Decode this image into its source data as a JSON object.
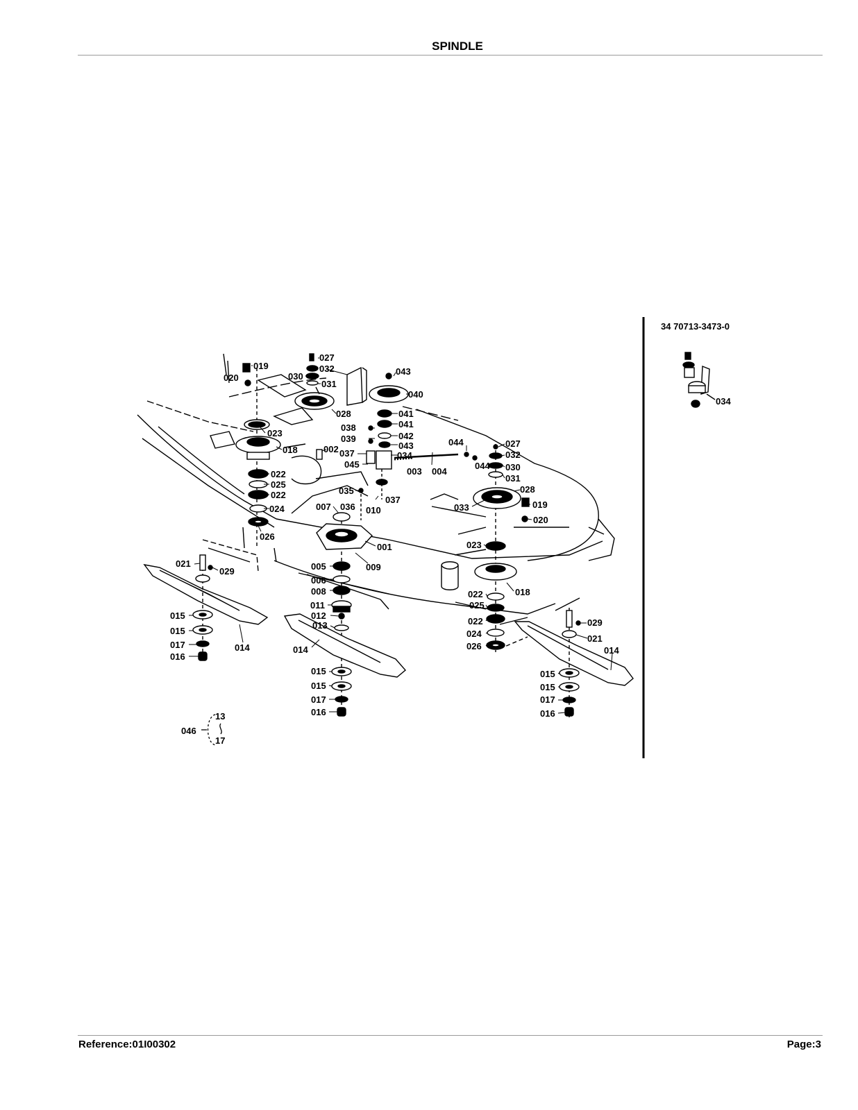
{
  "header": {
    "title": "SPINDLE"
  },
  "footer": {
    "reference": "Reference:01I00302",
    "page": "Page:3"
  },
  "inset": {
    "serial": "34 70713-3473-0",
    "labels": [
      "034"
    ]
  },
  "callouts": {
    "c001": "001",
    "c002": "002",
    "c003": "003",
    "c004": "004",
    "c005": "005",
    "c006": "006",
    "c007": "007",
    "c008": "008",
    "c009": "009",
    "c010": "010",
    "c011": "011",
    "c012": "012",
    "c013": "013",
    "c014a": "014",
    "c014b": "014",
    "c014c": "014",
    "c015a": "015",
    "c015b": "015",
    "c015c": "015",
    "c015d": "015",
    "c015e": "015",
    "c015f": "015",
    "c016a": "016",
    "c016b": "016",
    "c016c": "016",
    "c017a": "017",
    "c017b": "017",
    "c017c": "017",
    "c018a": "018",
    "c018b": "018",
    "c019a": "019",
    "c019b": "019",
    "c020a": "020",
    "c020b": "020",
    "c021a": "021",
    "c021b": "021",
    "c022a": "022",
    "c022b": "022",
    "c022c": "022",
    "c022d": "022",
    "c023a": "023",
    "c023b": "023",
    "c024a": "024",
    "c024b": "024",
    "c025a": "025",
    "c025b": "025",
    "c026a": "026",
    "c026b": "026",
    "c027a": "027",
    "c027b": "027",
    "c028a": "028",
    "c028b": "028",
    "c029a": "029",
    "c029b": "029",
    "c030a": "030",
    "c030b": "030",
    "c031a": "031",
    "c031b": "031",
    "c032a": "032",
    "c032b": "032",
    "c033": "033",
    "c034": "034",
    "c035": "035",
    "c036": "036",
    "c037a": "037",
    "c037b": "037",
    "c038": "038",
    "c039": "039",
    "c040": "040",
    "c041a": "041",
    "c041b": "041",
    "c042": "042",
    "c043a": "043",
    "c043b": "043",
    "c044a": "044",
    "c044b": "044",
    "c045": "045",
    "c046": "046",
    "kit_from": "13",
    "kit_to": "17"
  }
}
